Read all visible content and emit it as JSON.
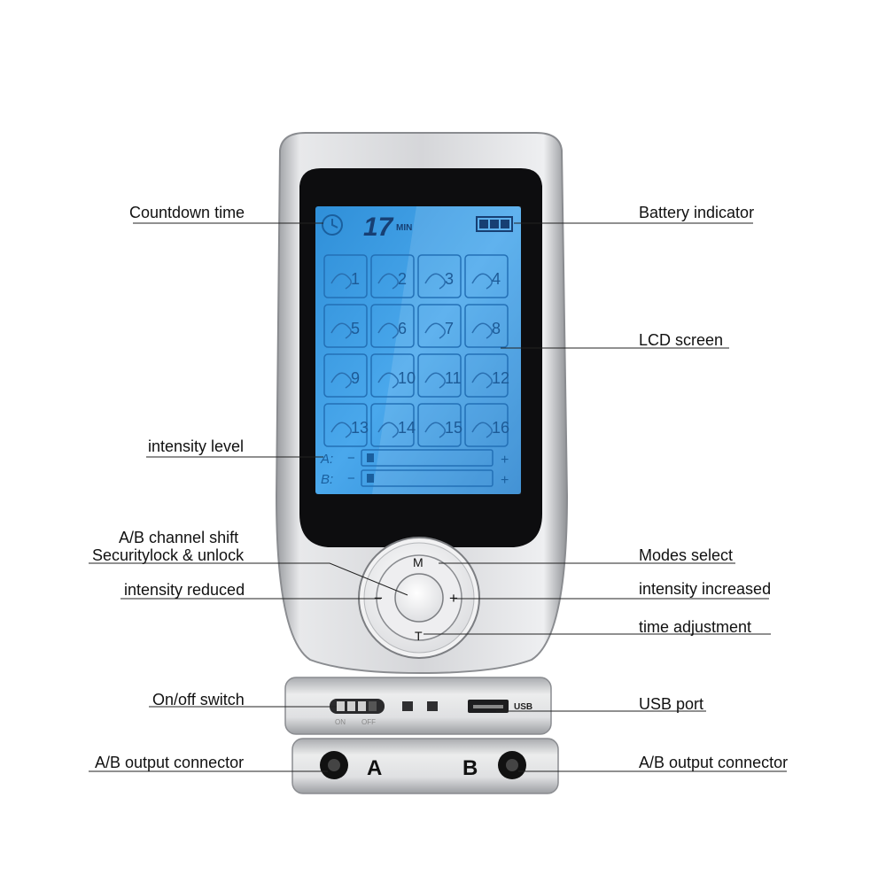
{
  "labels": {
    "countdown_time": "Countdown time",
    "battery_indicator": "Battery indicator",
    "lcd_screen": "LCD screen",
    "intensity_level": "intensity level",
    "ab_channel_shift": "A/B channel shift",
    "securitylock": "Securitylock & unlock",
    "modes_select": "Modes select",
    "intensity_reduced": "intensity reduced",
    "intensity_increased": "intensity increased",
    "time_adjustment": "time adjustment",
    "onoff_switch": "On/off switch",
    "usb_port": "USB port",
    "ab_output_left": "A/B output connector",
    "ab_output_right": "A/B output connector"
  },
  "lcd": {
    "timer_value": "17",
    "timer_unit": "MIN",
    "programs": [
      "1",
      "2",
      "3",
      "4",
      "5",
      "6",
      "7",
      "8",
      "9",
      "10",
      "11",
      "12",
      "13",
      "14",
      "15",
      "16"
    ],
    "channel_a": "A:",
    "channel_b": "B:",
    "minus": "−",
    "plus": "+"
  },
  "buttons": {
    "mode": "M",
    "time": "T",
    "minus": "−",
    "plus": "+"
  },
  "ports": {
    "on": "ON",
    "off": "OFF",
    "usb": "USB",
    "a": "A",
    "b": "B"
  },
  "colors": {
    "lcd_blue": "#3a9be0",
    "lcd_dark": "#1a5f9e",
    "device_silver": "#c8c9cc",
    "bezel": "#0d0d0f"
  }
}
